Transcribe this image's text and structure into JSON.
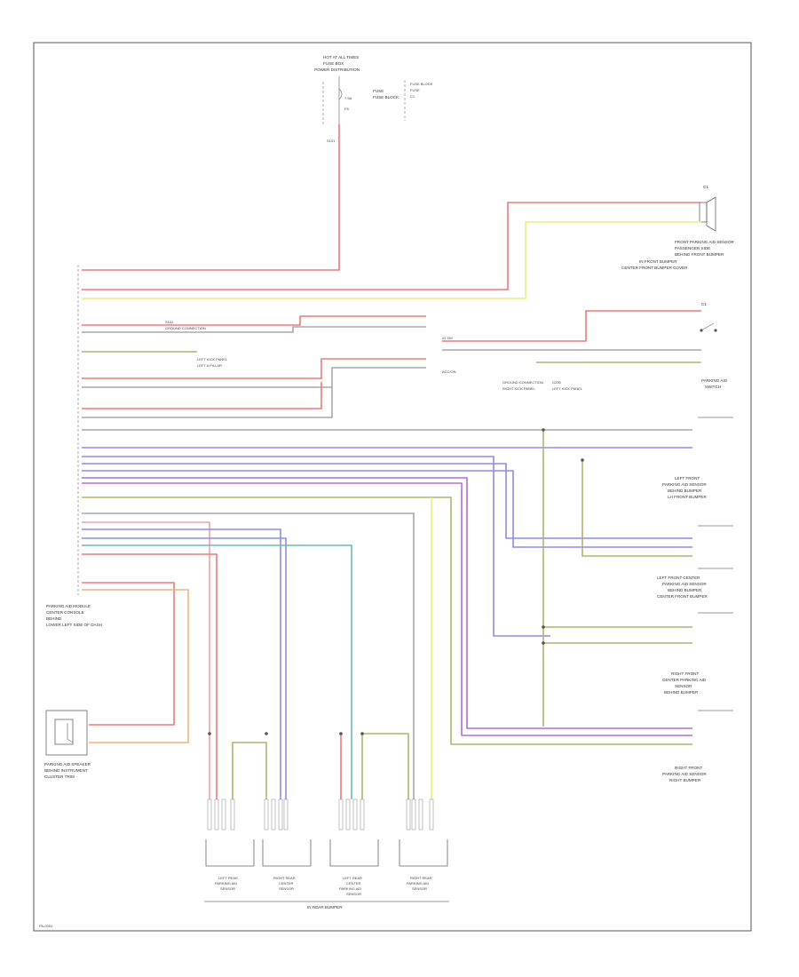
{
  "diagram": {
    "wire_colors": {
      "red": "#f07878",
      "pink": "#f4a0a0",
      "yellow": "#f2ea7a",
      "orange": "#f3b27a",
      "blue": "#8c8cf0",
      "purple": "#b070d8",
      "teal": "#6ab8c0",
      "gray": "#a8a8a8",
      "olive": "#b8b070",
      "green": "#88c088"
    },
    "labels": {
      "hot_fuse": "HOT AT ALL TIMES",
      "fuse_box": "FUSE BOX",
      "fuse_block": "FUSE BLOCK",
      "hot_power": "POWER DISTRIBUTION",
      "fuse": "FUSE",
      "fuse_ref": "F8",
      "fuse_amp": "7.5A",
      "front_sensor_rh": "FRONT PARKING AID SENSOR",
      "front_sensor_rh_2": "PASSENGER SIDE",
      "front_sensor_rh_3": "BEHIND FRONT BUMPER",
      "front_sensor_rh_4": "IN FRONT BUMPER",
      "front_sensor_rh_5": "CENTER FRONT BUMPER COVER",
      "parking_aid_switch": "PARKING AID",
      "parking_aid_switch_2": "SWITCH",
      "ground_conn": "GROUND CONNECTION",
      "ground_conn_2": "LEFT KICK PANEL",
      "ground_conn_3": "RIGHT KICK PANEL",
      "left_a_pillar": "LEFT A PILLAR",
      "lh_front_sensor": "LEFT FRONT",
      "lh_front_sensor_2": "PARKING AID SENSOR",
      "lh_front_sensor_3": "BEHIND BUMPER",
      "lh_front_sensor_4": "LH FRONT BUMPER",
      "lh_center_sensor": "LEFT FRONT CENTER",
      "lh_center_sensor_2": "PARKING AID SENSOR",
      "lh_center_sensor_3": "BEHIND BUMPER",
      "lh_center_sensor_4": "CENTER FRONT BUMPER",
      "rh_center_sensor": "RIGHT FRONT",
      "rh_center_sensor_2": "CENTER PARKING AID",
      "rh_center_sensor_3": "SENSOR",
      "rh_center_sensor_4": "BEHIND BUMPER",
      "rh_front_sensor": "RIGHT FRONT",
      "rh_front_sensor_2": "PARKING AID SENSOR",
      "rh_front_sensor_3": "RIGHT BUMPER",
      "module": "PARKING AID MODULE",
      "module_2": "CENTER CONSOLE",
      "module_3": "BEHIND",
      "module_4": "LOWER LEFT SIDE OF DASH",
      "speaker": "PARKING AID SPEAKER",
      "speaker_2": "BEHIND INSTRUMENT",
      "speaker_3": "CLUSTER TRIM",
      "rear_sensor_1": "LEFT REAR",
      "rear_sensor_1b": "PARKING AID",
      "rear_sensor_1c": "SENSOR",
      "rear_sensor_2": "RIGHT REAR",
      "rear_sensor_2b": "CENTER",
      "rear_sensor_2c": "SENSOR",
      "rear_sensor_3": "LEFT REAR",
      "rear_sensor_3b": "CENTER",
      "rear_sensor_3c": "PARKING AID",
      "rear_sensor_3d": "SENSOR",
      "rear_sensor_4": "RIGHT REAR",
      "rear_sensor_4b": "PARKING AID",
      "rear_sensor_4c": "SENSOR",
      "rear_bumper": "IN REAR BUMPER",
      "page_id": "PA-0001",
      "ignition_sw": "IG SW",
      "ign_sw_2": "ACC/ON",
      "splice": "S101",
      "splice_2": "S102",
      "c_ref": "C1",
      "ground_g": "G200"
    }
  }
}
